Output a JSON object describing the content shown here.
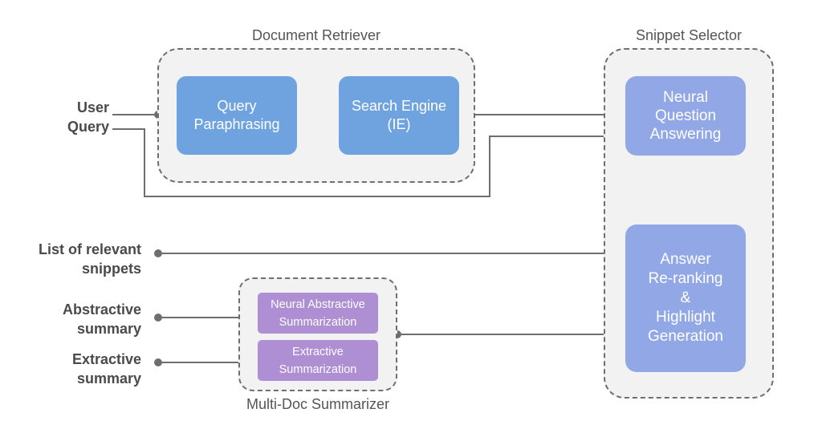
{
  "groups": {
    "document_retriever": "Document Retriever",
    "snippet_selector": "Snippet Selector",
    "multi_doc_summarizer": "Multi-Doc Summarizer"
  },
  "nodes": {
    "query_paraphrasing": "Query\nParaphrasing",
    "search_engine": "Search Engine\n(IE)",
    "neural_qa": "Neural\nQuestion\nAnswering",
    "answer_reranking": "Answer\nRe-ranking\n&\nHighlight\nGeneration",
    "neural_abstractive": "Neural Abstractive\nSummarization",
    "extractive_summarization": "Extractive\nSummarization"
  },
  "io_labels": {
    "user_query": "User\nQuery",
    "relevant_snippets": "List of relevant\nsnippets",
    "abstractive_summary": "Abstractive\nsummary",
    "extractive_summary": "Extractive\nsummary"
  },
  "colors": {
    "line": "#6e6e6e",
    "dot": "#6e6e6e",
    "blue_node": "#6fa3e0",
    "indigo_node": "#91a7e6",
    "purple_node": "#ae8fd4"
  }
}
